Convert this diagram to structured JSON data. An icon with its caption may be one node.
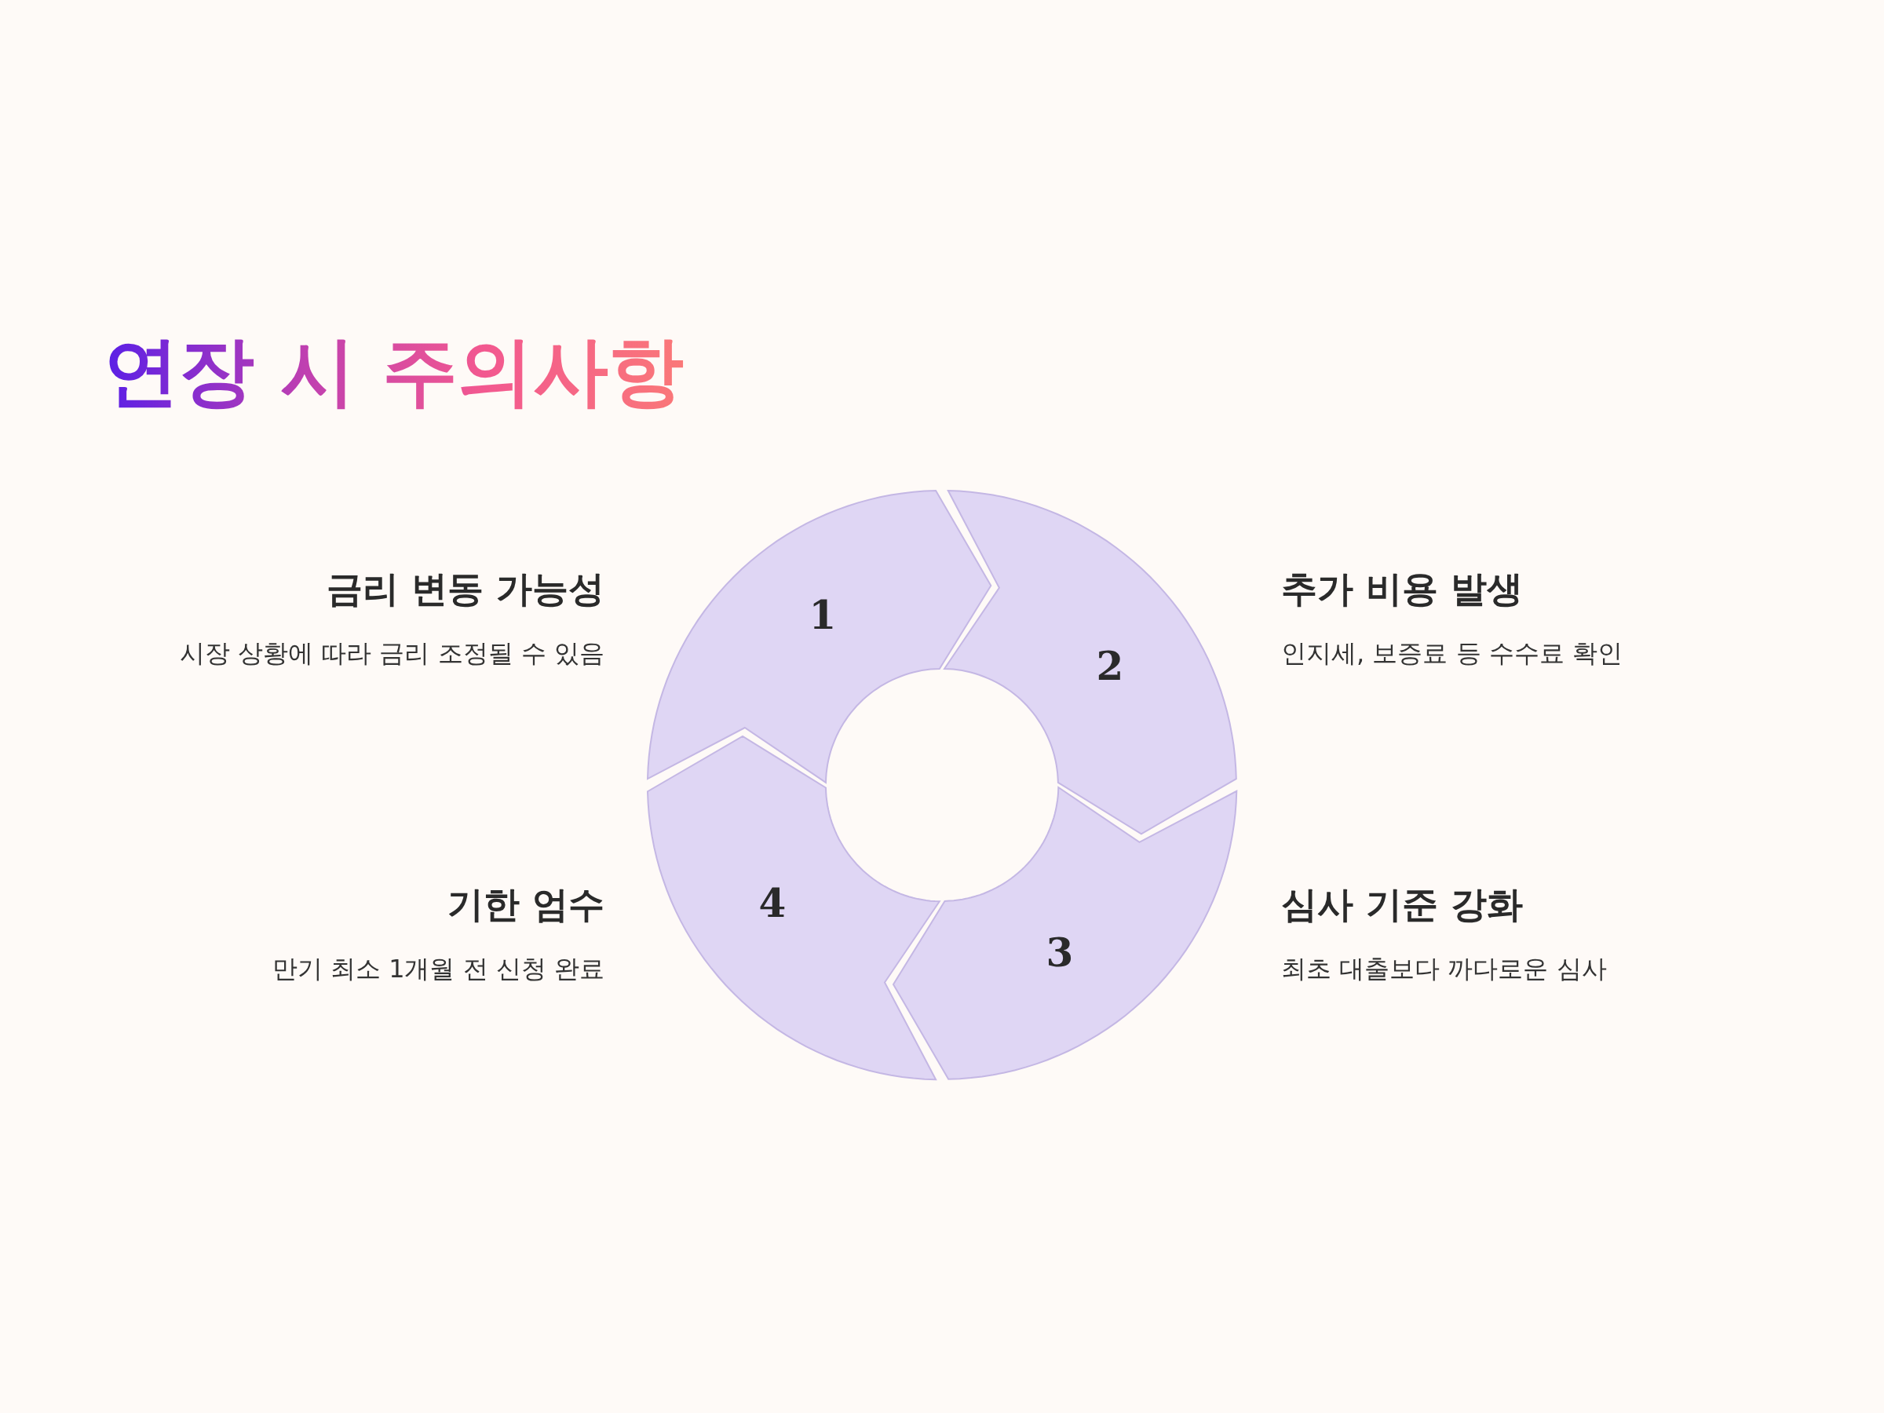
{
  "diagram": {
    "title": "연장 시 주의사항",
    "nodes": [
      {
        "text": [
          "1"
        ],
        "beside": [
          "금리 변동 가능성",
          "시장 상황에 따라 금리 조정될 수 있음"
        ]
      },
      {
        "text": [
          "2"
        ],
        "beside": [
          "추가 비용 발생",
          "인지세, 보증료 등 수수료 확인"
        ]
      },
      {
        "text": [
          "3"
        ],
        "beside": [
          "심사 기준 강화",
          "최초 대출보다 까다로운 심사"
        ]
      },
      {
        "text": [
          "4"
        ],
        "beside": [
          "기한 엄수",
          "만기 최소 1개월 전 신청 완료"
        ]
      }
    ]
  }
}
